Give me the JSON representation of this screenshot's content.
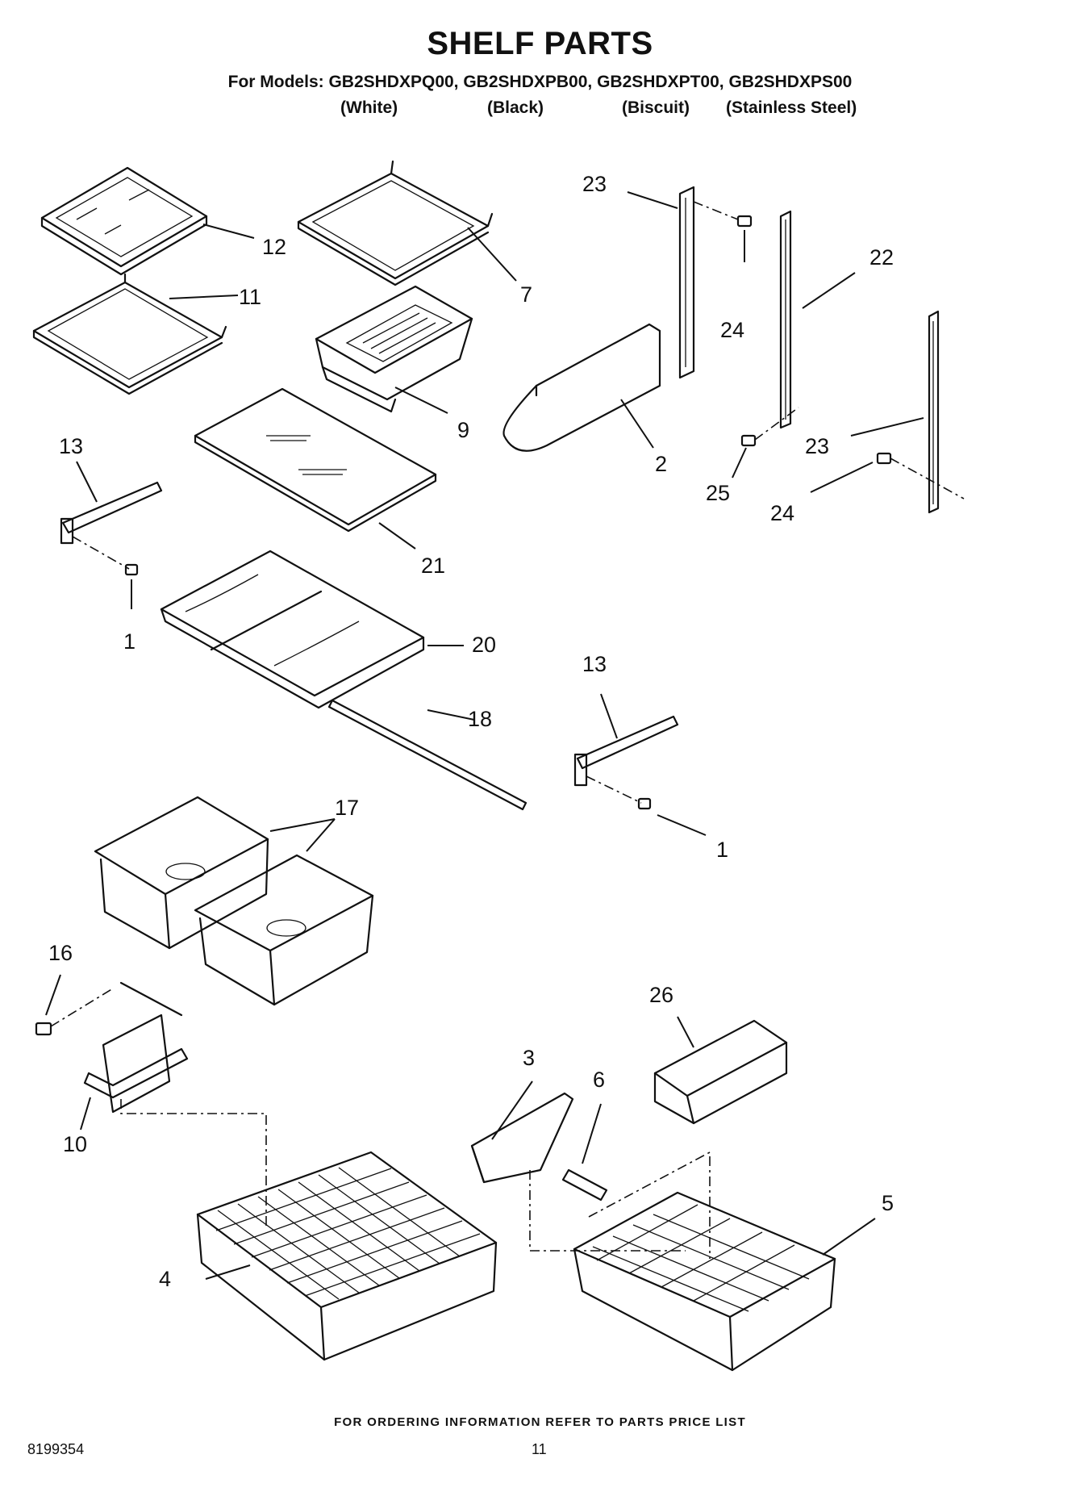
{
  "header": {
    "title": "SHELF PARTS",
    "models_line": "For Models: GB2SHDXPQ00, GB2SHDXPB00, GB2SHDXPT00, GB2SHDXPS00",
    "variants": [
      "(White)",
      "(Black)",
      "(Biscuit)",
      "(Stainless Steel)"
    ]
  },
  "callouts": {
    "c12": "12",
    "c11": "11",
    "c7": "7",
    "c9": "9",
    "c13a": "13",
    "c1a": "1",
    "c21": "21",
    "c2": "2",
    "c23a": "23",
    "c24a": "24",
    "c22": "22",
    "c23b": "23",
    "c25": "25",
    "c24b": "24",
    "c20": "20",
    "c18": "18",
    "c13b": "13",
    "c1b": "1",
    "c17": "17",
    "c16": "16",
    "c26": "26",
    "c10": "10",
    "c3": "3",
    "c6": "6",
    "c5": "5",
    "c4": "4"
  },
  "footer": {
    "note": "FOR ORDERING INFORMATION REFER TO PARTS PRICE LIST",
    "doc_number": "8199354",
    "page_number": "11"
  }
}
